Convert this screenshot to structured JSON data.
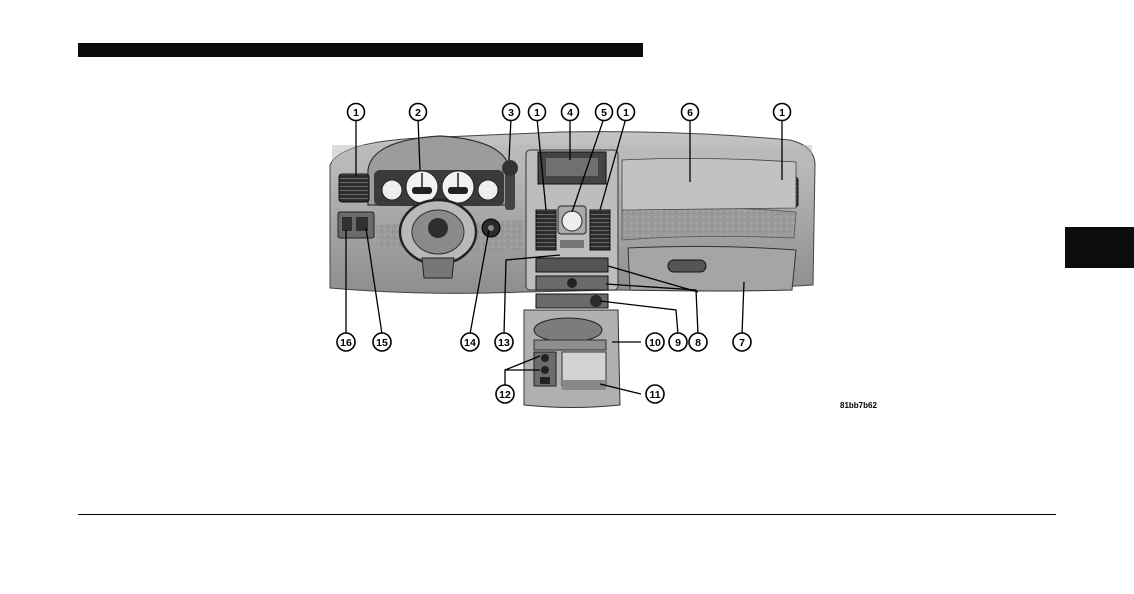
{
  "figure": {
    "image_code": "81bb7b62",
    "callouts_top": [
      "1",
      "2",
      "3",
      "1",
      "4",
      "5",
      "1",
      "6",
      "1"
    ],
    "callouts_bottom": [
      "16",
      "15",
      "14",
      "13",
      "10",
      "9",
      "8",
      "7"
    ],
    "callouts_lower": [
      "12",
      "11"
    ]
  },
  "colors": {
    "bar": "#0c0c0c",
    "dash": "#a6a6a6",
    "dash_dark": "#7a7a7a",
    "dash_light": "#c8c8c8",
    "vent": "#2a2a2a",
    "trim": "#8c8c8c"
  }
}
